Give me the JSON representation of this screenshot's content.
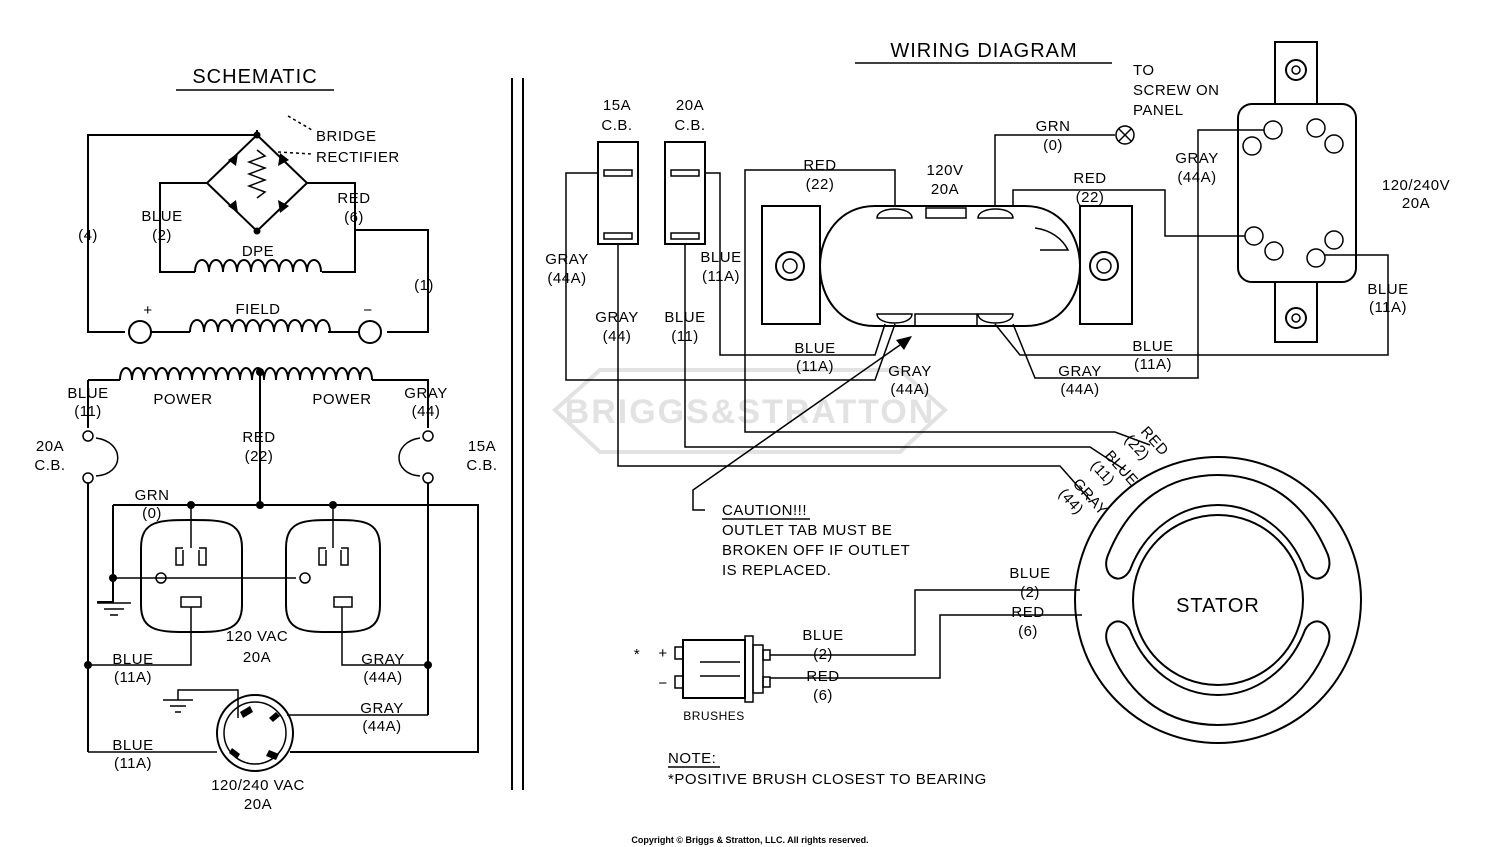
{
  "schematic": {
    "title": "SCHEMATIC",
    "bridge_rectifier": [
      "BRIDGE",
      "RECTIFIER"
    ],
    "wire_4": "(4)",
    "wire_1": "(1)",
    "blue_2": [
      "BLUE",
      "(2)"
    ],
    "red_6": [
      "RED",
      "(6)"
    ],
    "dpe": "DPE",
    "field": "FIELD",
    "plus": "+",
    "minus": "−",
    "power_left": "POWER",
    "power_right": "POWER",
    "blue_11": [
      "BLUE",
      "(11)"
    ],
    "gray_44": [
      "GRAY",
      "(44)"
    ],
    "red_22": [
      "RED",
      "(22)"
    ],
    "cb_20a": [
      "20A",
      "C.B."
    ],
    "cb_15a": [
      "15A",
      "C.B."
    ],
    "grn_0": [
      "GRN",
      "(0)"
    ],
    "outlet_120": [
      "120 VAC",
      "20A"
    ],
    "blue_11a_1": [
      "BLUE",
      "(11A)"
    ],
    "gray_44a_1": [
      "GRAY",
      "(44A)"
    ],
    "gray_44a_2": [
      "GRAY",
      "(44A)"
    ],
    "blue_11a_2": [
      "BLUE",
      "(11A)"
    ],
    "outlet_240": [
      "120/240 VAC",
      "20A"
    ]
  },
  "wiring": {
    "title": "WIRING DIAGRAM",
    "screw_note": [
      "TO",
      "SCREW ON",
      "PANEL"
    ],
    "cb_15a": [
      "15A",
      "C.B."
    ],
    "cb_20a": [
      "20A",
      "C.B."
    ],
    "grn_0": [
      "GRN",
      "(0)"
    ],
    "red_22_a": [
      "RED",
      "(22)"
    ],
    "outlet_120": [
      "120V",
      "20A"
    ],
    "red_22_b": [
      "RED",
      "(22)"
    ],
    "gray_44a_right": [
      "GRAY",
      "(44A)"
    ],
    "outlet_240": [
      "120/240V",
      "20A"
    ],
    "gray_44a_left": [
      "GRAY",
      "(44A)"
    ],
    "blue_11a_cb": [
      "BLUE",
      "(11A)"
    ],
    "gray_44": [
      "GRAY",
      "(44)"
    ],
    "blue_11": [
      "BLUE",
      "(11)"
    ],
    "blue_11a_mid": [
      "BLUE",
      "(11A)"
    ],
    "gray_44a_mid": [
      "GRAY",
      "(44A)"
    ],
    "gray_44a_mid2": [
      "GRAY",
      "(44A)"
    ],
    "blue_11a_right": [
      "BLUE",
      "(11A)"
    ],
    "blue_11a_far": [
      "BLUE",
      "(11A)"
    ],
    "stator_leads": [
      "RED",
      "(22)",
      "BLUE",
      "(11)",
      "GRAY",
      "(44)"
    ],
    "caution": [
      "CAUTION!!!",
      "OUTLET TAB MUST BE",
      "BROKEN OFF IF OUTLET",
      "IS REPLACED."
    ],
    "stator": "STATOR",
    "blue_2_stator": [
      "BLUE",
      "(2)"
    ],
    "red_6_stator": [
      "RED",
      "(6)"
    ],
    "blue_2_brush": [
      "BLUE",
      "(2)"
    ],
    "red_6_brush": [
      "RED",
      "(6)"
    ],
    "brushes": "BRUSHES",
    "brush_plus": "+",
    "brush_minus": "−",
    "brush_mark": "*",
    "note": [
      "NOTE:",
      "*POSITIVE BRUSH CLOSEST TO BEARING"
    ]
  },
  "watermark": "BRIGGS&STRATTON",
  "copyright": "Copyright © Briggs & Stratton, LLC. All rights reserved."
}
